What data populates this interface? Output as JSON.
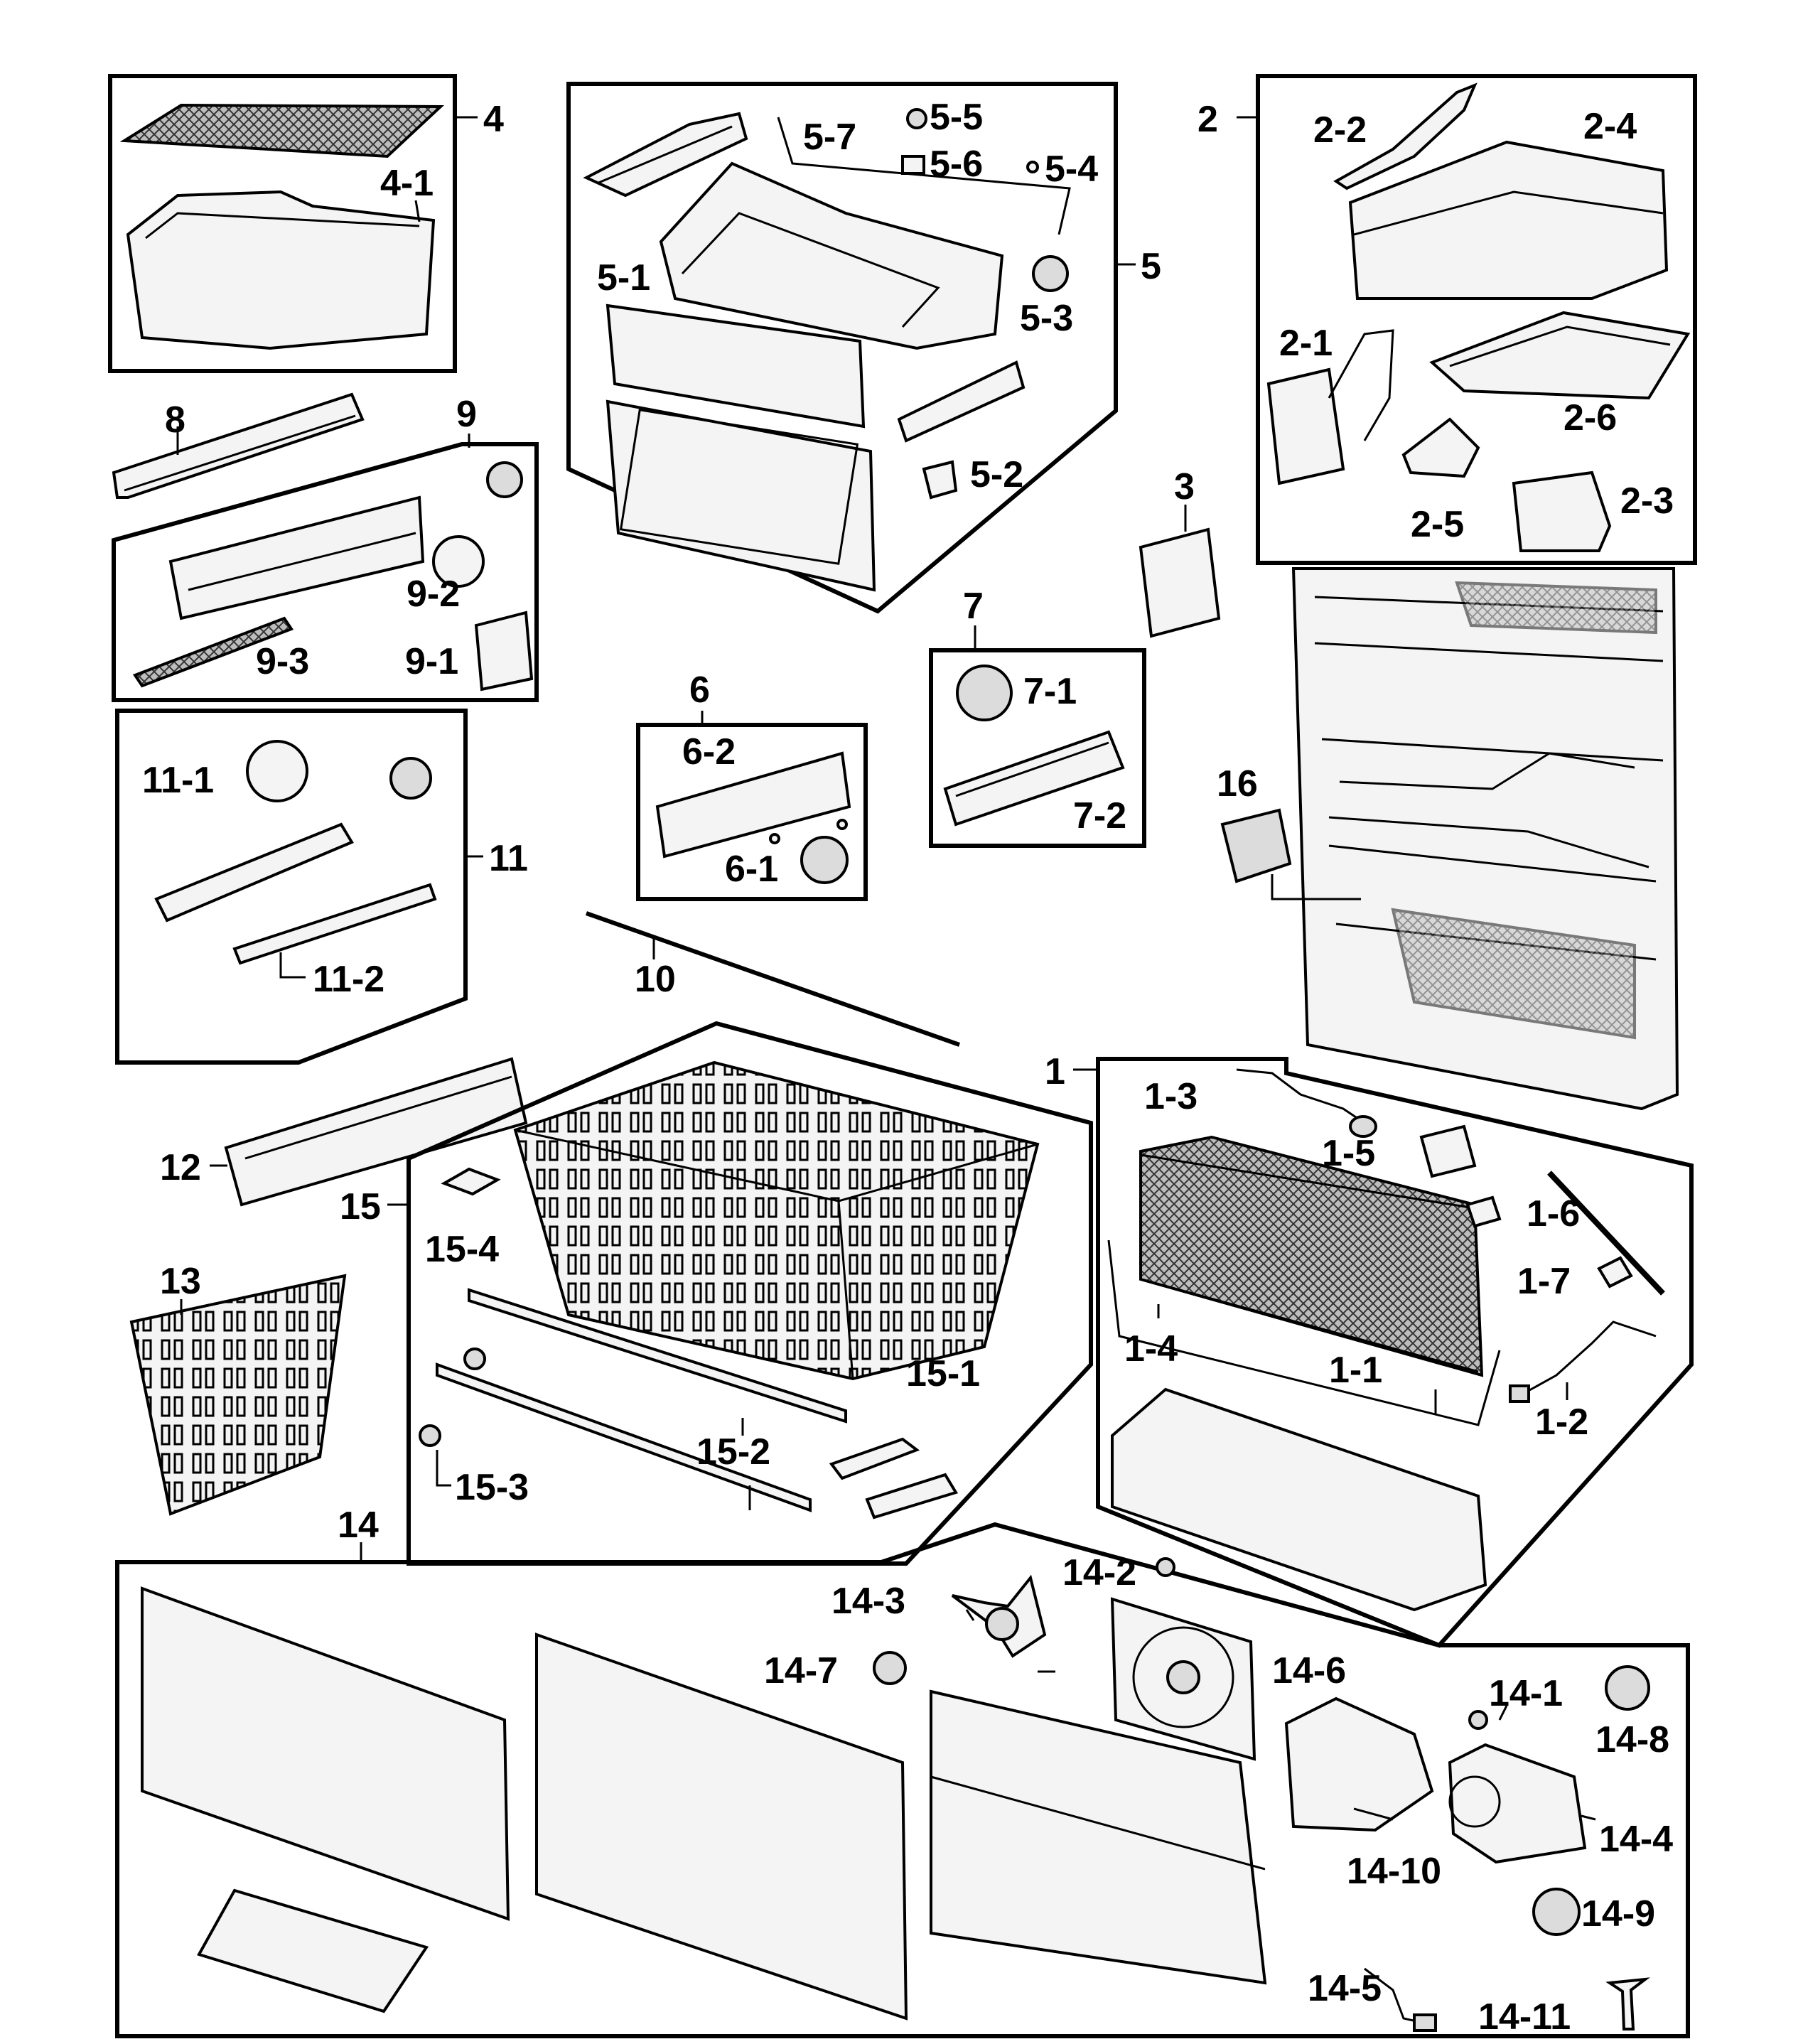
{
  "labels": {
    "l1": "1",
    "l1_1": "1-1",
    "l1_2": "1-2",
    "l1_3": "1-3",
    "l1_4": "1-4",
    "l1_5": "1-5",
    "l1_6": "1-6",
    "l1_7": "1-7",
    "l2": "2",
    "l2_1": "2-1",
    "l2_2": "2-2",
    "l2_3": "2-3",
    "l2_4": "2-4",
    "l2_5": "2-5",
    "l2_6": "2-6",
    "l3": "3",
    "l4": "4",
    "l4_1": "4-1",
    "l5": "5",
    "l5_1": "5-1",
    "l5_2": "5-2",
    "l5_3": "5-3",
    "l5_4": "5-4",
    "l5_5": "5-5",
    "l5_6": "5-6",
    "l5_7": "5-7",
    "l6": "6",
    "l6_1": "6-1",
    "l6_2": "6-2",
    "l7": "7",
    "l7_1": "7-1",
    "l7_2": "7-2",
    "l8": "8",
    "l9": "9",
    "l9_1": "9-1",
    "l9_2": "9-2",
    "l9_3": "9-3",
    "l10": "10",
    "l11": "11",
    "l11_1": "11-1",
    "l11_2": "11-2",
    "l12": "12",
    "l13": "13",
    "l14": "14",
    "l14_1": "14-1",
    "l14_2": "14-2",
    "l14_3": "14-3",
    "l14_4": "14-4",
    "l14_5": "14-5",
    "l14_6": "14-6",
    "l14_7": "14-7",
    "l14_8": "14-8",
    "l14_9": "14-9",
    "l14_10": "14-10",
    "l14_11": "14-11",
    "l15": "15",
    "l15_1": "15-1",
    "l15_2": "15-2",
    "l15_3": "15-3",
    "l15_4": "15-4",
    "l16": "16"
  }
}
